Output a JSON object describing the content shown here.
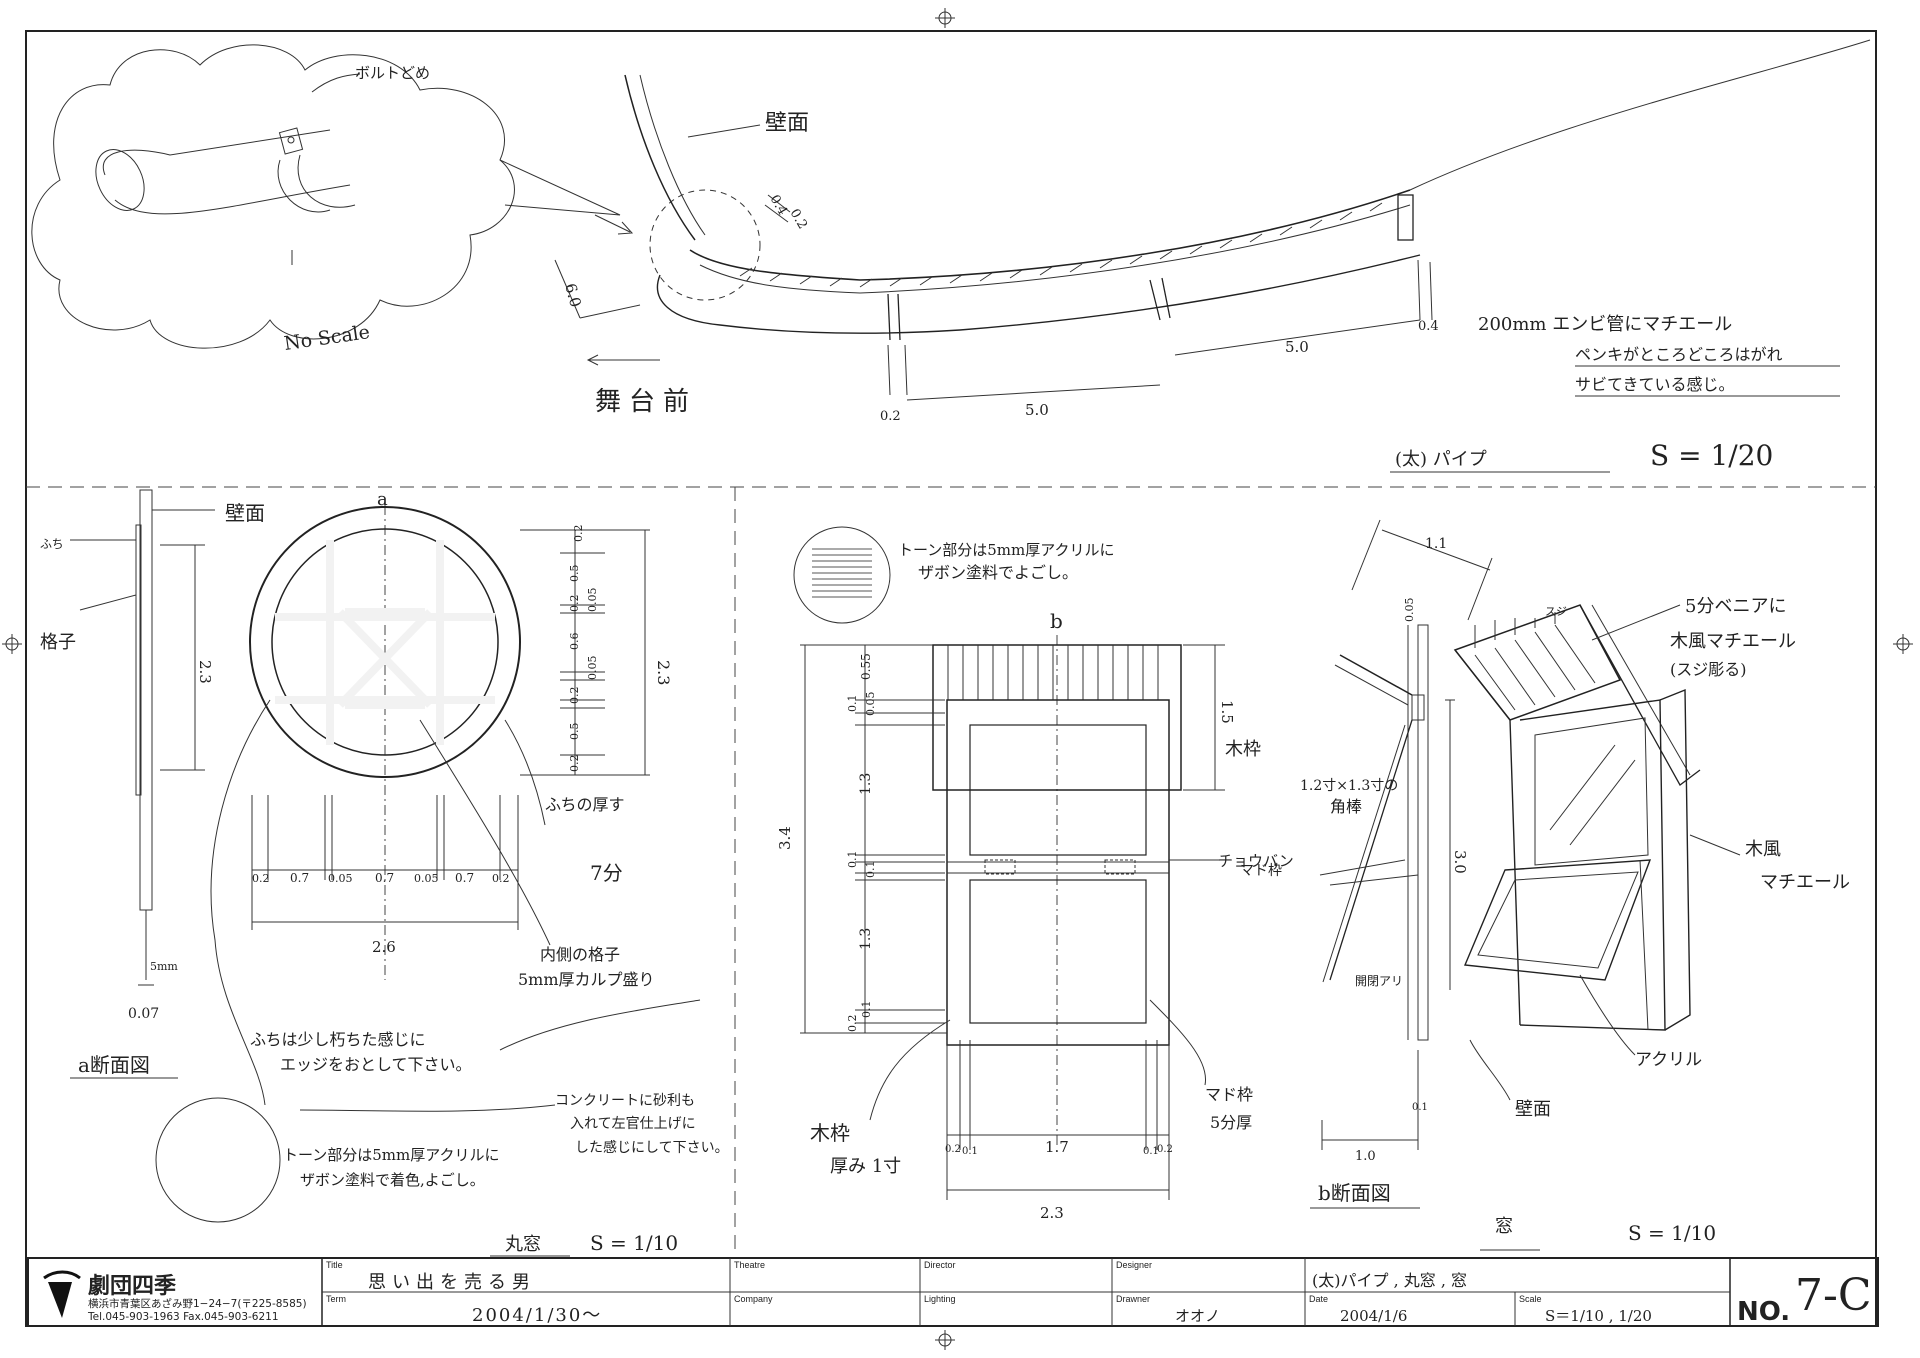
{
  "company": {
    "name": "劇団四季",
    "address": "横浜市青葉区あざみ野1−24−7(〒225-8585)",
    "tel": "Tel.045-903-1963 Fax.045-903-6211"
  },
  "title_block": {
    "title_label": "Title",
    "title_value": "思い出を売る男",
    "term_label": "Term",
    "term_value": "2004/1/30〜",
    "theatre_label": "Theatre",
    "theatre_value": "",
    "company_label": "Company",
    "company_value": "",
    "director_label": "Director",
    "director_value": "",
    "lighting_label": "Lighting",
    "lighting_value": "",
    "designer_label": "Designer",
    "designer_value": "",
    "drawner_label": "Drawner",
    "drawner_value": "オオノ",
    "subject_value": "(太)パイプ , 丸窓 , 窓",
    "date_label": "Date",
    "date_value": "2004/1/6",
    "scale_label": "Scale",
    "scale_value": "S＝1/10 , 1/20",
    "no_label": "NO.",
    "no_value": "7-C"
  },
  "pipe_section": {
    "bolt_label": "ボルトどめ",
    "no_scale": "No Scale",
    "wall": "壁面",
    "dim_0_4a": "0.4",
    "dim_0_2a": "0.2",
    "dim_6_0": "6.0",
    "stage_front": "舞台前",
    "dim_0_2b": "0.2",
    "dim_5_0a": "5.0",
    "dim_5_0b": "5.0",
    "dim_0_4b": "0.4",
    "note1": "200mm エンビ管にマチエール",
    "note2": "ペンキがところどころはがれ",
    "note3": "サビてきている感じ。",
    "title": "(太) パイプ",
    "scale": "S = 1/20"
  },
  "round_window": {
    "wall": "壁面",
    "fuchi": "ふち",
    "koushi": "格子",
    "a_mark": "a",
    "dim_2_3": "2.3",
    "dims_right": [
      "0.2",
      "0.5",
      "0.2",
      "0.05",
      "0.6",
      "0.05",
      "0.2",
      "0.5",
      "0.2"
    ],
    "dim_2_3b": "2.3",
    "dims_bottom": [
      "0.2",
      "0.7",
      "0.05",
      "0.7",
      "0.05",
      "0.7",
      "0.2"
    ],
    "dim_2_6": "2.6",
    "fuchi_thickness": "ふちの厚す",
    "seven_bu": "7分",
    "inner_lattice": "内側の格子",
    "inner_lattice2": "5mm厚カルプ盛り",
    "dim_5mm": "5mm",
    "dim_0_07": "0.07",
    "a_section": "a断面図",
    "decay_note1": "ふちは少し朽ちた感じに",
    "decay_note2": "エッジをおとして下さい。",
    "concrete_note1": "コンクリートに砂利も",
    "concrete_note2": "入れて左官仕上げに",
    "concrete_note3": "した感じにして下さい。",
    "tone_note1": "トーン部分は5mm厚アクリルに",
    "tone_note2": "ザボン塗料で着色,よごし。",
    "title": "丸窓",
    "scale": "S = 1/10"
  },
  "window": {
    "tone_note1": "トーン部分は5mm厚アクリルに",
    "tone_note2": "ザボン塗料でよごし。",
    "b_mark": "b",
    "dims_left": [
      "0.55",
      "0.1",
      "0.05",
      "1.3",
      "0.1",
      "0.1",
      "1.3",
      "0.1",
      "0.2"
    ],
    "dim_3_4": "3.4",
    "dim_1_5": "1.5",
    "mokuwaku": "木枠",
    "hinge": "チョウバン",
    "madowaku": "マド枠",
    "madowaku_thick": "マド枠",
    "five_bu_thick": "5分厚",
    "mokuwaku2": "木枠",
    "thickness_1sun": "厚み 1寸",
    "dims_bottom": [
      "0.2",
      "0.1",
      "1.7",
      "0.1",
      "0.2"
    ],
    "dim_2_3": "2.3",
    "title": "窓",
    "scale": "S = 1/10"
  },
  "b_section": {
    "dim_1_1": "1.1",
    "dim_0_05": "0.05",
    "suji": "スジ",
    "veneer1": "5分ベニアに",
    "veneer2": "木風マチエール",
    "veneer3": "(スジ彫る)",
    "kakubou1": "1.2寸×1.3寸の",
    "kakubou2": "角棒",
    "dim_3_0": "3.0",
    "wood1": "木風",
    "wood2": "マチエール",
    "open_close": "開閉アリ",
    "acrylic": "アクリル",
    "wall": "壁面",
    "dim_0_1": "0.1",
    "dim_1_0": "1.0",
    "b_section_title": "b断面図"
  }
}
